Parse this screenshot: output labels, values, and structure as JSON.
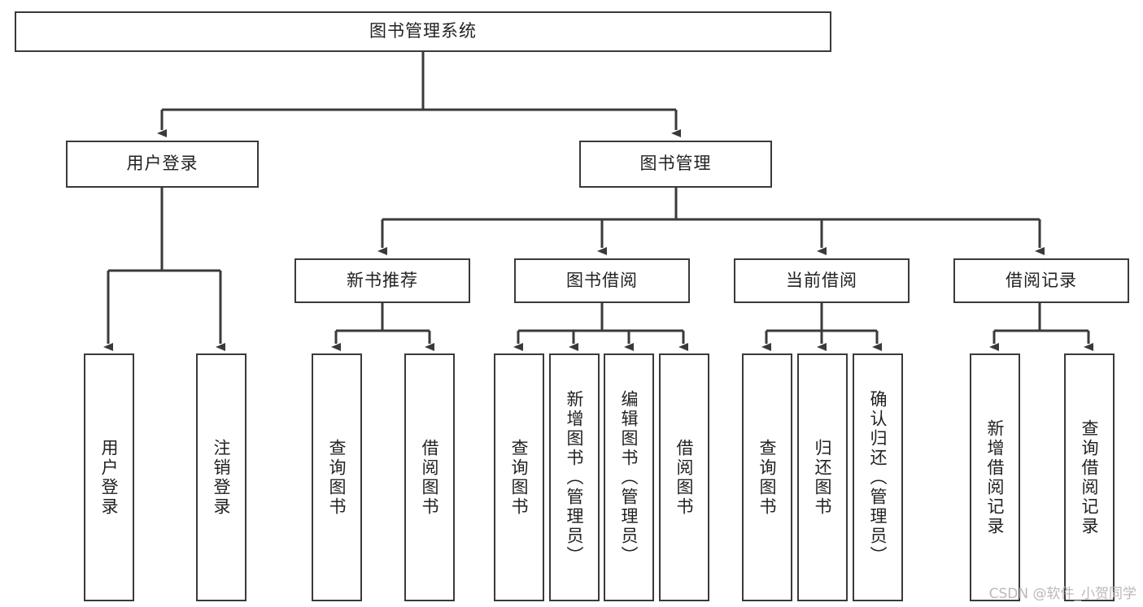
{
  "diagram": {
    "title": "图书管理系统",
    "watermark": "CSDN @软件_小贺同学",
    "accent_color": "#3a3a3a",
    "background_color": "#ffffff",
    "text_color": "#222222",
    "nodes": {
      "root": "图书管理系统",
      "user_login": "用户登录",
      "book_manage": "图书管理",
      "new_book_rec": "新书推荐",
      "book_borrow": "图书借阅",
      "current_borrow": "当前借阅",
      "borrow_record": "借阅记录",
      "leaf_user_login": "用户登录",
      "leaf_logout": "注销登录",
      "leaf_query_book_1": "查询图书",
      "leaf_borrow_book_1": "借阅图书",
      "leaf_query_book_2": "查询图书",
      "leaf_add_book_admin": "新增图书（管理员）",
      "leaf_edit_book_admin": "编辑图书（管理员）",
      "leaf_borrow_book_2": "借阅图书",
      "leaf_query_book_3": "查询图书",
      "leaf_return_book": "归还图书",
      "leaf_confirm_return_admin": "确认归还（管理员）",
      "leaf_add_record": "新增借阅记录",
      "leaf_query_record": "查询借阅记录"
    }
  }
}
